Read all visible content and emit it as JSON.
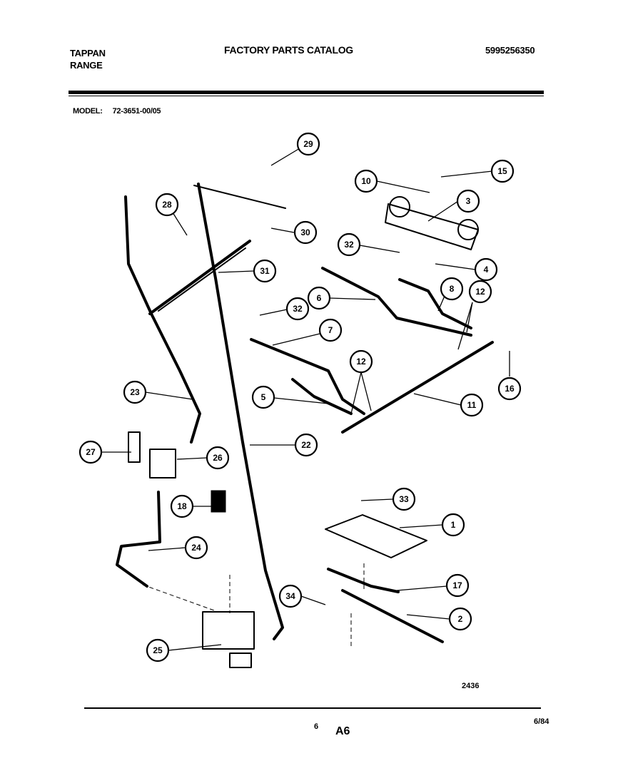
{
  "header": {
    "brand_line1": "TAPPAN",
    "brand_line2": "RANGE",
    "catalog_title": "FACTORY PARTS CATALOG",
    "part_number": "5995256350",
    "model_label": "MODEL:",
    "model_value": "72-3651-00/05"
  },
  "callouts": [
    {
      "id": "29",
      "label": "29"
    },
    {
      "id": "15",
      "label": "15"
    },
    {
      "id": "10",
      "label": "10"
    },
    {
      "id": "3",
      "label": "3"
    },
    {
      "id": "28",
      "label": "28"
    },
    {
      "id": "30",
      "label": "30"
    },
    {
      "id": "32a",
      "label": "32"
    },
    {
      "id": "4",
      "label": "4"
    },
    {
      "id": "31",
      "label": "31"
    },
    {
      "id": "6",
      "label": "6"
    },
    {
      "id": "8",
      "label": "8"
    },
    {
      "id": "12a",
      "label": "12"
    },
    {
      "id": "32b",
      "label": "32"
    },
    {
      "id": "7",
      "label": "7"
    },
    {
      "id": "16a",
      "label": "16"
    },
    {
      "id": "12b",
      "label": "12"
    },
    {
      "id": "23",
      "label": "23"
    },
    {
      "id": "5",
      "label": "5"
    },
    {
      "id": "11",
      "label": "11"
    },
    {
      "id": "27",
      "label": "27"
    },
    {
      "id": "26",
      "label": "26"
    },
    {
      "id": "22",
      "label": "22"
    },
    {
      "id": "33",
      "label": "33"
    },
    {
      "id": "18",
      "label": "18"
    },
    {
      "id": "1",
      "label": "1"
    },
    {
      "id": "24",
      "label": "24"
    },
    {
      "id": "17",
      "label": "17"
    },
    {
      "id": "34",
      "label": "34"
    },
    {
      "id": "2",
      "label": "2"
    },
    {
      "id": "25",
      "label": "25"
    }
  ],
  "footer": {
    "diagram_number": "2436",
    "page_number": "6",
    "section": "A6",
    "date": "6/84"
  }
}
